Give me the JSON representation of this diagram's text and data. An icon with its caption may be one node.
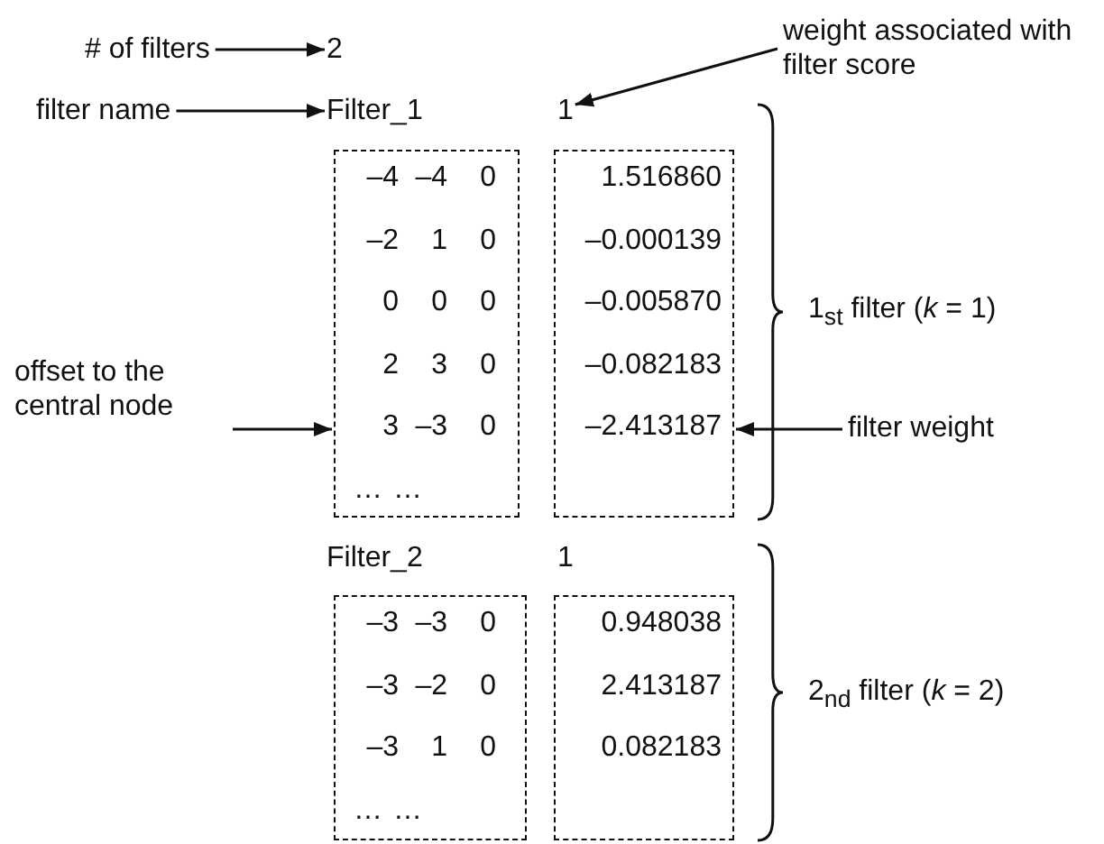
{
  "diagram": {
    "nodes": [
      {
        "text": [
          "# of filters"
        ]
      },
      {
        "text": [
          "2"
        ]
      },
      {
        "text": [
          "filter name"
        ]
      },
      {
        "text": [
          "Filter_1"
        ]
      },
      {
        "text": [
          "weight associated with filter score"
        ]
      },
      {
        "text": [
          "1"
        ]
      },
      {
        "text": [
          "–4 –4 0",
          "–2 1 0",
          "0 0 0",
          "2 3 0",
          "3 –3 0",
          "… …"
        ]
      },
      {
        "text": [
          "1.516860",
          "–0.000139",
          "–0.005870",
          "–0.082183",
          "–2.413187"
        ]
      },
      {
        "text": [
          "offset to the central node"
        ]
      },
      {
        "text": [
          "filter weight"
        ]
      },
      {
        "text": [
          "Filter_2"
        ]
      },
      {
        "text": [
          "1"
        ]
      },
      {
        "text": [
          "–3 –3 0",
          "–3 –2 0",
          "–3 1 0",
          "… …"
        ]
      },
      {
        "text": [
          "0.948038",
          "2.413187",
          "0.082183"
        ]
      }
    ],
    "edges": [
      {
        "from": 0,
        "to": 1,
        "arrow": "to"
      },
      {
        "from": 2,
        "to": 3,
        "arrow": "to"
      },
      {
        "from": 4,
        "to": 5,
        "arrow": "to"
      },
      {
        "from": 8,
        "to": 6,
        "arrow": "to"
      },
      {
        "from": 9,
        "to": 7,
        "arrow": "to"
      }
    ],
    "labels": [
      "1$_{st}$ filter (*k* = 1)",
      "2$_{nd}$ filter (*k* = 2)"
    ]
  }
}
